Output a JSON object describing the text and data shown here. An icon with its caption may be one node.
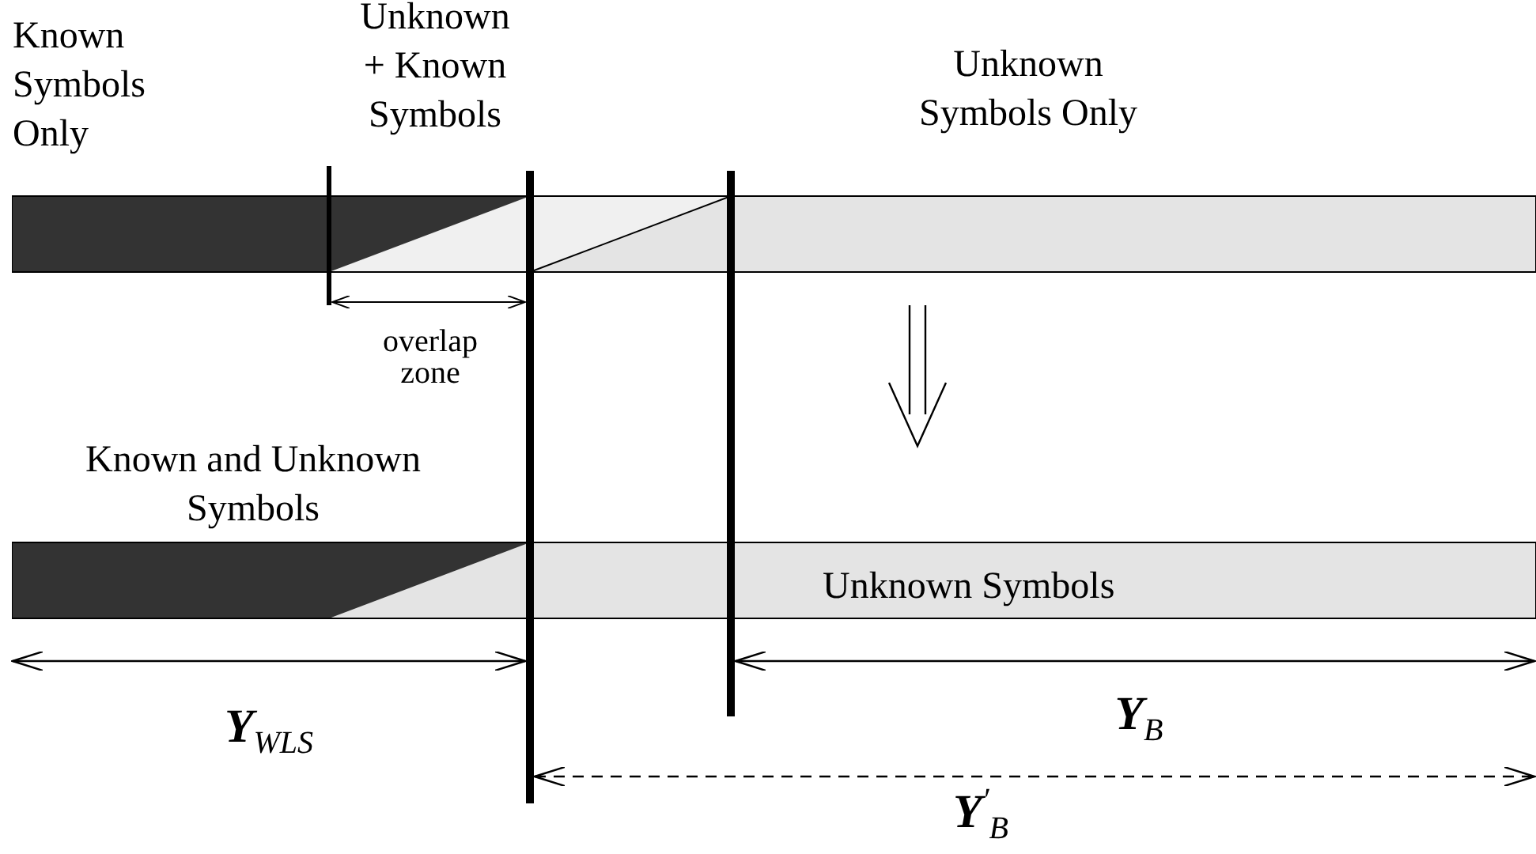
{
  "diagram": {
    "labels": [
      "Known Symbols Only",
      "Unknown + Known Symbols",
      "Unknown Symbols Only",
      "overlap zone",
      "Known and Unknown Symbols",
      "Unknown Symbols",
      "**Y**$_{WLS}$",
      "**Y**$_{B}$",
      "**Y**$^{′}$$_{B}$"
    ]
  }
}
